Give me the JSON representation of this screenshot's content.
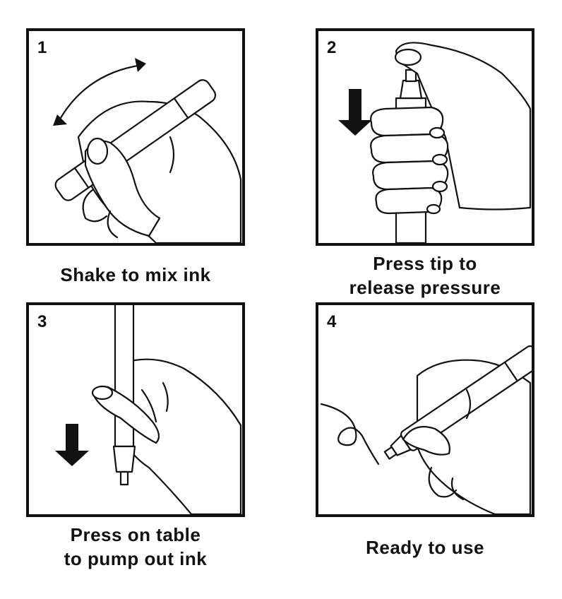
{
  "steps": [
    {
      "number": "1",
      "caption_lines": [
        "Shake to mix ink"
      ],
      "icon": "hand-shaking-marker"
    },
    {
      "number": "2",
      "caption_lines": [
        "Press tip to",
        "release pressure"
      ],
      "icon": "hand-pressing-marker-tip"
    },
    {
      "number": "3",
      "caption_lines": [
        "Press on table",
        "to pump out ink"
      ],
      "icon": "hand-pressing-marker-down"
    },
    {
      "number": "4",
      "caption_lines": [
        "Ready to use"
      ],
      "icon": "hand-writing-marker"
    }
  ],
  "colors": {
    "ink": "#111111",
    "background": "#ffffff"
  }
}
